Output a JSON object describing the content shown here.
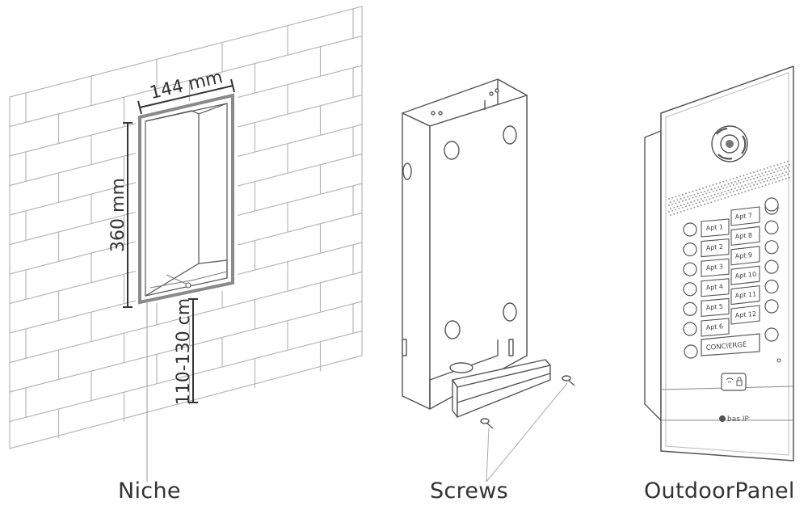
{
  "captions": {
    "niche": "Niche",
    "screws": "Screws",
    "outdoor_panel": "OutdoorPanel"
  },
  "dimensions": {
    "width": "144 mm",
    "height": "360 mm",
    "mount_height": "110-130 cm"
  },
  "panel": {
    "apartments_left": [
      "Apt 1",
      "Apt 2",
      "Apt 3",
      "Apt 4",
      "Apt 5",
      "Apt 6"
    ],
    "apartments_right": [
      "Apt 7",
      "Apt 8",
      "Apt 9",
      "Apt 10",
      "Apt 11",
      "Apt 12"
    ],
    "concierge": "CONCIERGE",
    "brand": "bas IP"
  },
  "colors": {
    "line": "#555555",
    "dim_line": "#333333",
    "brick_line": "#b8b8b8",
    "niche_frame": "#8a8a8a",
    "panel_face": "#ffffff",
    "panel_edge": "#cfcfcf"
  }
}
